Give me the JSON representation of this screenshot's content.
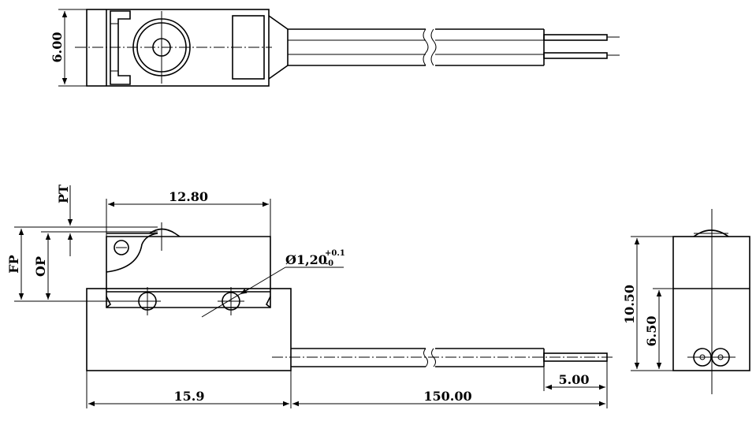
{
  "dimensions": {
    "top_height": "6.00",
    "lever_length": "12.80",
    "pt": "PT",
    "fp": "FP",
    "op": "OP",
    "hole_dia": "Ø1,20",
    "hole_tol_plus": "+0.1",
    "hole_tol_minus": "-0",
    "body_length": "15.9",
    "cable_length": "150.00",
    "strip_length": "5.00",
    "side_height": "10.50",
    "side_lower": "6.50"
  }
}
